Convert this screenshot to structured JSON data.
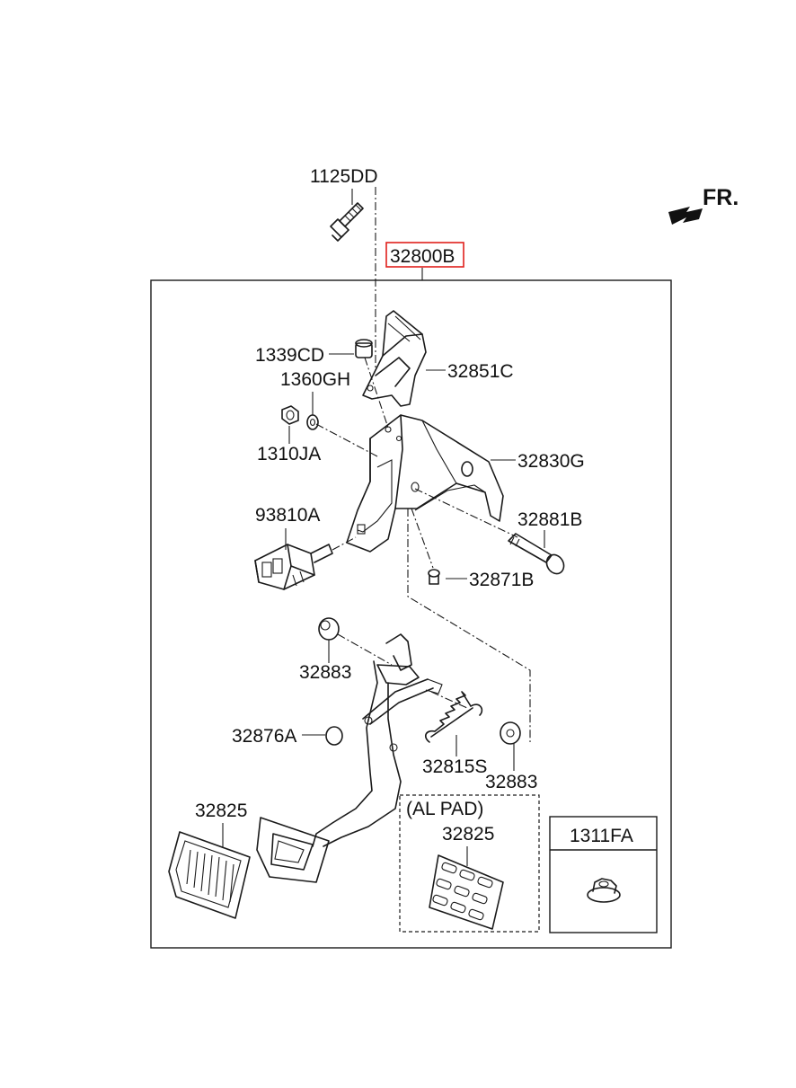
{
  "accent_colors": {
    "highlight_box": "#e0201c",
    "line": "#1a1a1a"
  },
  "direction": {
    "text": "FR.",
    "icon": "forward-arrow-icon"
  },
  "assembly": {
    "part_no": "32800B"
  },
  "labels": {
    "p1125DD": "1125DD",
    "p1339CD": "1339CD",
    "p1360GH": "1360GH",
    "p1310JA": "1310JA",
    "p32851C": "32851C",
    "p32830G": "32830G",
    "p93810A": "93810A",
    "p32881B": "32881B",
    "p32871B": "32871B",
    "p32883_top": "32883",
    "p32876A": "32876A",
    "p32815S": "32815S",
    "p32883_right": "32883",
    "p32825_left": "32825"
  },
  "al_pad": {
    "title": "(AL PAD)",
    "part_no": "32825"
  },
  "inset": {
    "part_no": "1311FA"
  }
}
